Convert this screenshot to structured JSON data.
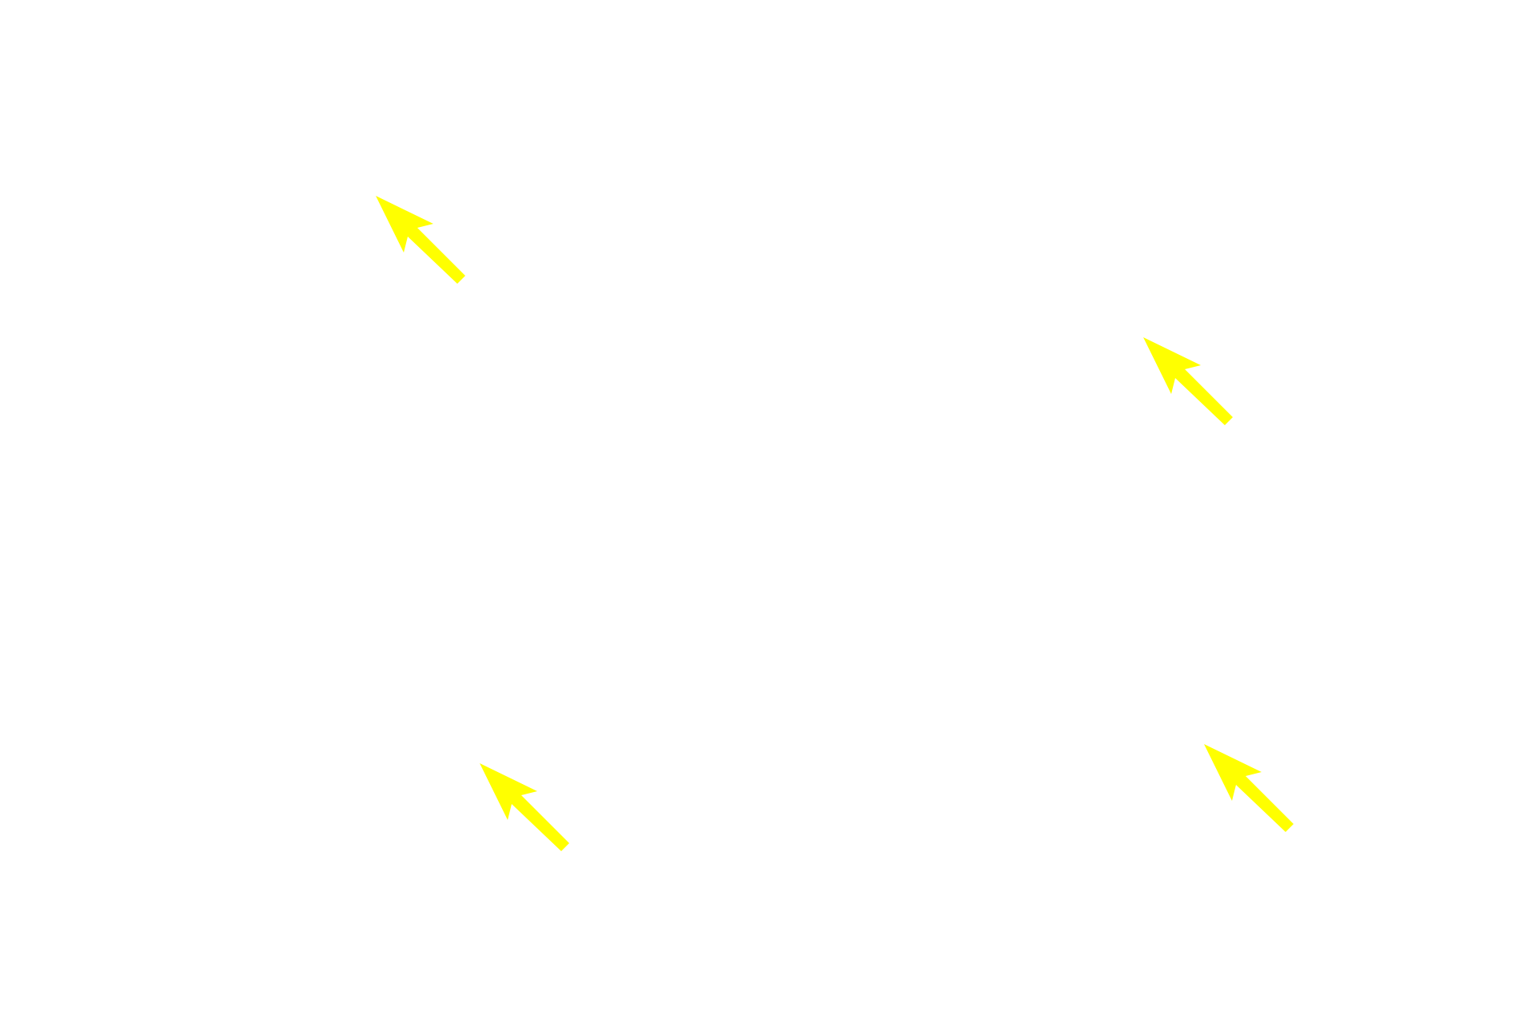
{
  "background_color": "#ffffff",
  "arrow_color": "#ffff00",
  "arrows": [
    {
      "icon": "arrow-up-left-icon",
      "direction": "up-left"
    },
    {
      "icon": "arrow-up-left-icon",
      "direction": "up-left"
    },
    {
      "icon": "arrow-up-left-icon",
      "direction": "up-left"
    },
    {
      "icon": "arrow-up-left-icon",
      "direction": "up-left"
    }
  ]
}
